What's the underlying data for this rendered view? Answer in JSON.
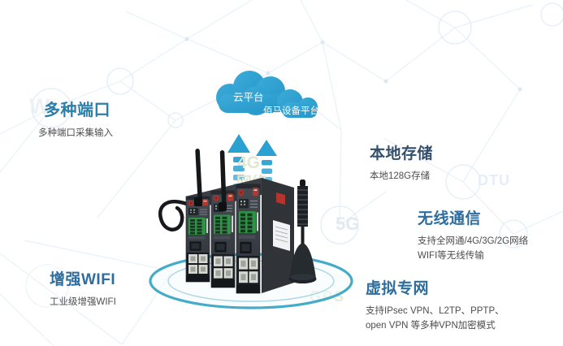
{
  "cloud": {
    "label_primary": "云平台",
    "label_secondary": "佰马设备平台"
  },
  "features": {
    "multi_port": {
      "title": "多种端口",
      "line1": "多种端口采集输入"
    },
    "local_storage": {
      "title": "本地存储",
      "line1": "本地128G存储"
    },
    "wireless": {
      "title": "无线通信",
      "line1": "支持全网通/4G/3G/2G网络",
      "line2": "WIFI等无线传输"
    },
    "enhanced_wifi": {
      "title": "增强WIFI",
      "line1": "工业级增强WIFI"
    },
    "vpn": {
      "title": "虚拟专网",
      "line1": "支持IPsec VPN、L2TP、PPTP、",
      "line2": "open VPN 等多种VPN加密模式"
    }
  },
  "watermarks": {
    "w": "W",
    "g4": "4G",
    "net": "网络",
    "g5": "5G",
    "dtu": "DTU",
    "gps": "GPS"
  },
  "colors": {
    "cloud_blue": "#2ea3d5",
    "arrow_blue": "#2ba1d2",
    "ring_teal": "#45abc8",
    "title_blue": "#2e6d9d",
    "title_teal": "#2b7fa9",
    "title_dark": "#344f6b",
    "subtitle_gray": "#4d4d4d"
  }
}
